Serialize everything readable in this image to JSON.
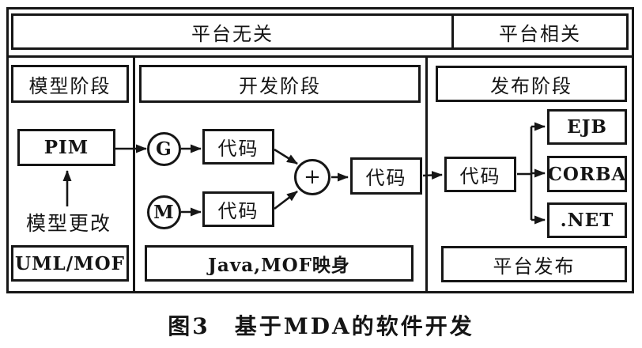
{
  "diagram": {
    "banner": {
      "platform_independent": "平台无关",
      "platform_dependent": "平台相关"
    },
    "model_column": {
      "phase_label": "模型阶段",
      "pim_label": "PIM",
      "change_label": "模型更改",
      "standard_label": "UML/MOF"
    },
    "develop_column": {
      "phase_label": "开发阶段",
      "generator_label": "G",
      "mapper_label": "M",
      "code_top_label": "代码",
      "code_bottom_label": "代码",
      "merge_label": "+",
      "code_merged_label": "代码",
      "standard_label": "Java,MOF映身"
    },
    "deploy_column": {
      "phase_label": "发布阶段",
      "code_label": "代码",
      "targets": [
        "EJB",
        "CORBA",
        ".NET"
      ],
      "standard_label": "平台发布"
    },
    "caption": "图3　基于MDA的软件开发"
  },
  "colors": {
    "line": "#161616",
    "background": "#ffffff"
  }
}
